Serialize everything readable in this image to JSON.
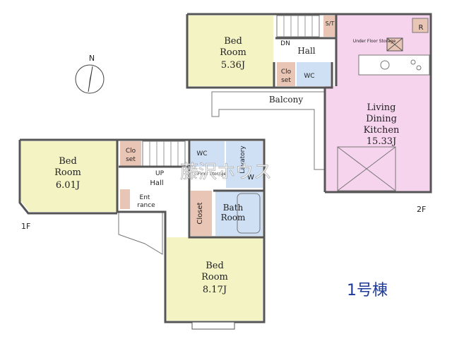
{
  "rooms_1f": {
    "bed_a": {
      "name1": "Bed",
      "name2": "Room",
      "size": "6.01J"
    },
    "bed_b": {
      "name1": "Bed",
      "name2": "Room",
      "size": "8.17J"
    },
    "closet_small": {
      "l1": "Clo",
      "l2": "set"
    },
    "closet_tall": "Closet",
    "wc": "WC",
    "lavatory": "Lavatory",
    "bath": {
      "l1": "Bath",
      "l2": "Room"
    },
    "entrance": {
      "l1": "Ent",
      "l2": "rance"
    },
    "hall": "Hall",
    "up": "UP",
    "floor_storage": "Floor Storage",
    "w": "W"
  },
  "rooms_2f": {
    "bed": {
      "name1": "Bed",
      "name2": "Room",
      "size": "5.36J"
    },
    "closet": {
      "l1": "Clo",
      "l2": "set"
    },
    "wc": "WC",
    "hall": "Hall",
    "dn": "DN",
    "st": "S/T",
    "ldk": {
      "l1": "Living",
      "l2": "Dining",
      "l3": "Kitchen",
      "size": "15.33J"
    },
    "balcony": "Balcony",
    "r": "R",
    "under_floor": "Under Floor Storage"
  },
  "labels": {
    "north": "N",
    "floor_1": "1F",
    "floor_2": "2F",
    "building": "1号棟",
    "watermark": "藤沢ホウス"
  },
  "colors": {
    "bedroom": "#f4f3c4",
    "closet": "#e9c5b6",
    "wet": "#cfe0f5",
    "ldk": "#f7d4ee",
    "title": "#1f3b9a"
  }
}
